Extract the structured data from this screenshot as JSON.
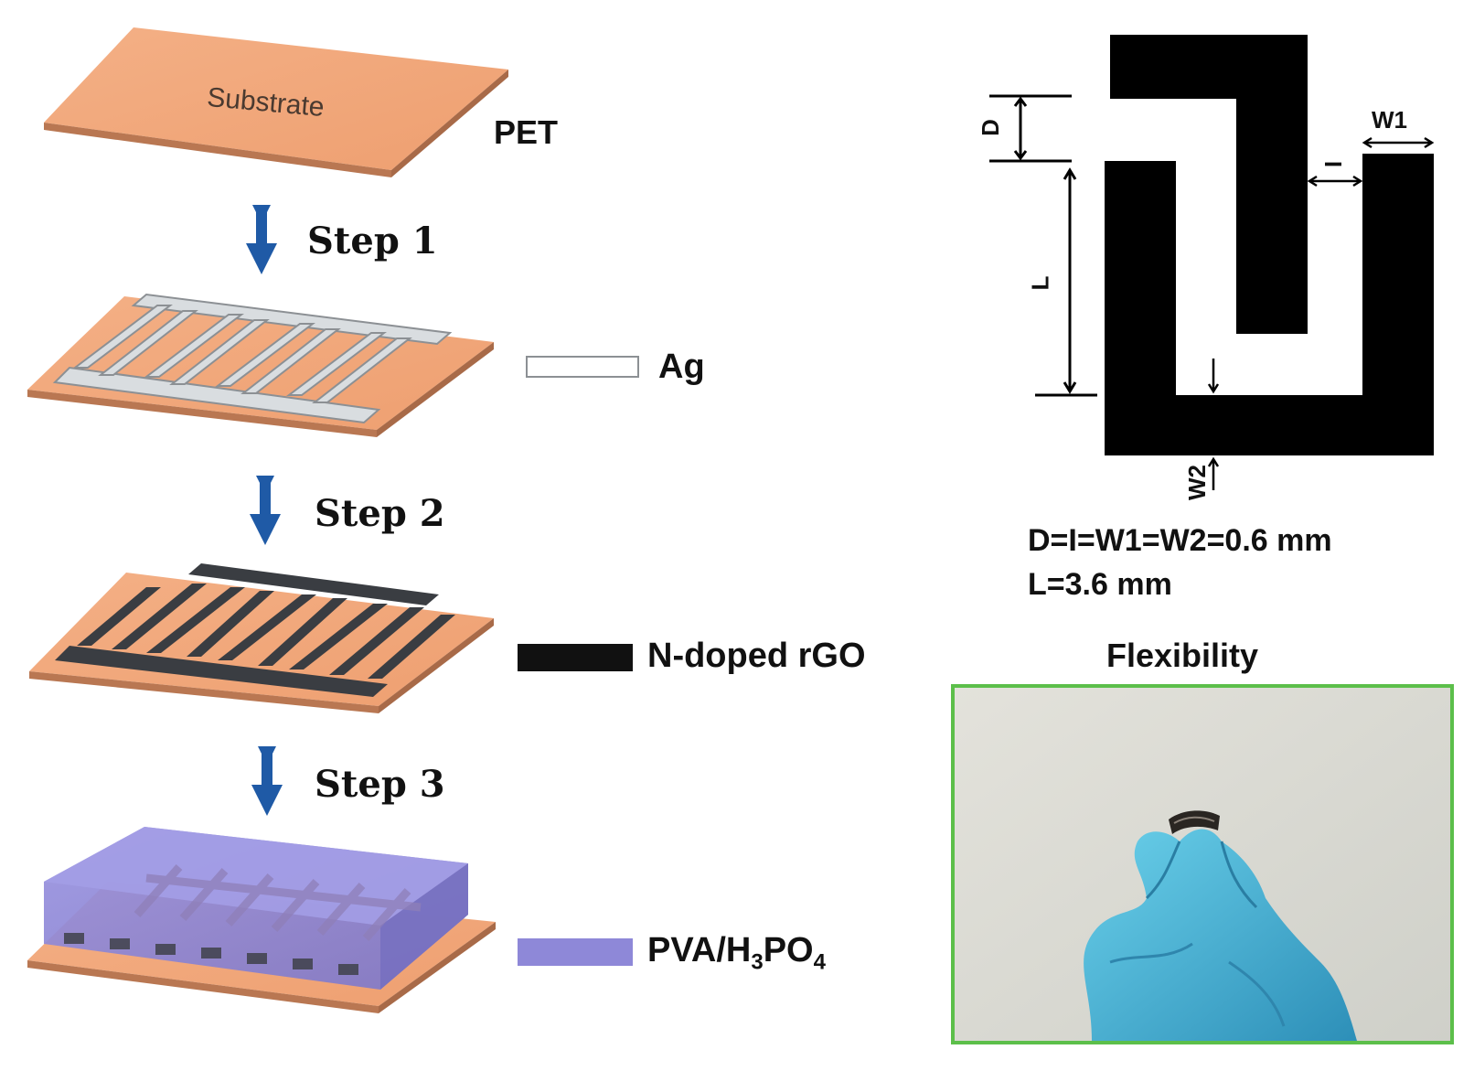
{
  "process": {
    "substrate_text": "Substrate",
    "pet_label": "PET",
    "steps": [
      "Step 1",
      "Step 2",
      "Step 3"
    ]
  },
  "legend": {
    "ag": "Ag",
    "rgo": "N-doped rGO",
    "pva_prefix": "PVA/H",
    "pva_sub1": "3",
    "pva_mid": "PO",
    "pva_sub2": "4"
  },
  "dimensions": {
    "D": "D",
    "W1": "W1",
    "I": "I",
    "L": "L",
    "W2": "W2",
    "eq1": "D=I=W1=W2=0.6 mm",
    "eq2": "L=3.6 mm"
  },
  "flexibility": {
    "title": "Flexibility"
  },
  "colors": {
    "substrate": "#f2a77a",
    "substrate_edge": "#c9825a",
    "ag": "#d9dde0",
    "rgo": "#3a3d42",
    "pva": "#8e88d8",
    "arrow": "#1f5aa6",
    "frame": "#5cbf4a"
  }
}
